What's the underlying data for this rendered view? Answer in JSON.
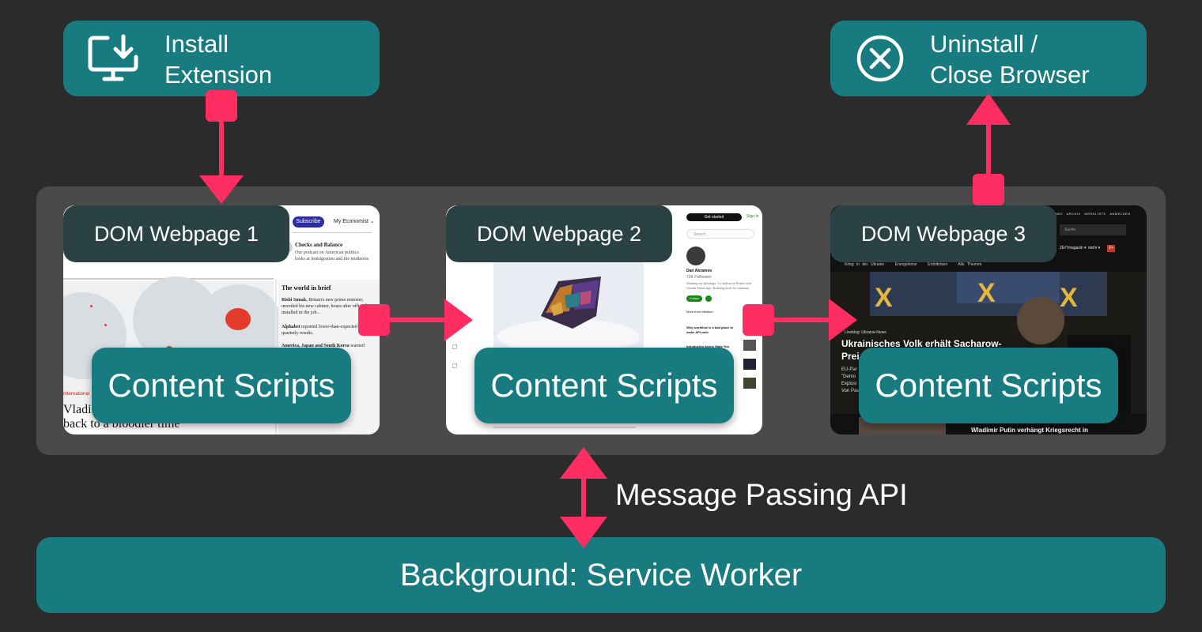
{
  "install": {
    "label": "Install\nExtension",
    "icon": "download-to-computer-icon"
  },
  "uninstall": {
    "label": "Uninstall /\nClose Browser",
    "icon": "circle-x-icon"
  },
  "webpages": [
    {
      "dom_label": "DOM Webpage 1",
      "content_label": "Content Scripts",
      "screenshot": {
        "subscribe": "Subscribe",
        "my_account": "My Economist ⌄",
        "promo_title": "Checks and Balance",
        "promo_text": "Our podcast on American politics looks at immigration and the midterms",
        "brief_heading": "The world in brief",
        "brief_1_bold": "Rishi Sunak",
        "brief_1_text": ", Britain's new prime minister, unveiled his new cabinet, hours after officially installed in the job...",
        "brief_2_bold": "Alphabet",
        "brief_2_text": " reported lower-than-expected quarterly results.",
        "brief_3_bold": "America, Japan and South Korea",
        "brief_3_text": " warned",
        "section_tag": "International",
        "headline_1": "Vladi",
        "headline_2": "back to a bloodier time"
      }
    },
    {
      "dom_label": "DOM Webpage 2",
      "content_label": "Content Scripts",
      "screenshot": {
        "get_started": "Get started",
        "sign_in": "Sign In",
        "search": "Search",
        "author": "Dan Abramov",
        "followers": "72K Followers",
        "bio": "Working on @reactjs. Co-author of Redux and Create React App. Building tools for humans.",
        "follow": "Follow",
        "more_from": "More from Medium",
        "story_1": "Why workflow is a bad place to make API calls",
        "story_2": "Introducing Async State You"
      }
    },
    {
      "dom_label": "DOM Webpage 3",
      "content_label": "Content Scripts",
      "screenshot": {
        "nav_items": [
          "ABO",
          "ARCHIV",
          "MERKLISTE",
          "ANMELDEN"
        ],
        "search": "Suche",
        "menu_1": "ZEITmagazin ▾",
        "menu_2": "mehr ▾",
        "badge": "Z+",
        "tags": [
          "Krieg in der Ukraine",
          "Energiekrise",
          "Erdölkrisen",
          "Alle Themen"
        ],
        "liveblog": "Liveblog: Ukraine-News",
        "headline_1": "Ukrainisches Volk erhält Sacharow-",
        "headline_2": "Prei",
        "teaser_1": "EU-Par",
        "teaser_2": "\"Demo",
        "teaser_3": "Explosi",
        "teaser_4": "Von Paul",
        "bottom_headline": "Wladimir Putin verhängt Kriegsrecht in"
      }
    }
  ],
  "message_passing": "Message Passing API",
  "background": "Background: Service Worker",
  "colors": {
    "page_bg": "#2b2b2b",
    "panel": "#4a4a4a",
    "teal": "#177b80",
    "dark_label": "#2b4244",
    "arrow": "#ff2d62"
  }
}
